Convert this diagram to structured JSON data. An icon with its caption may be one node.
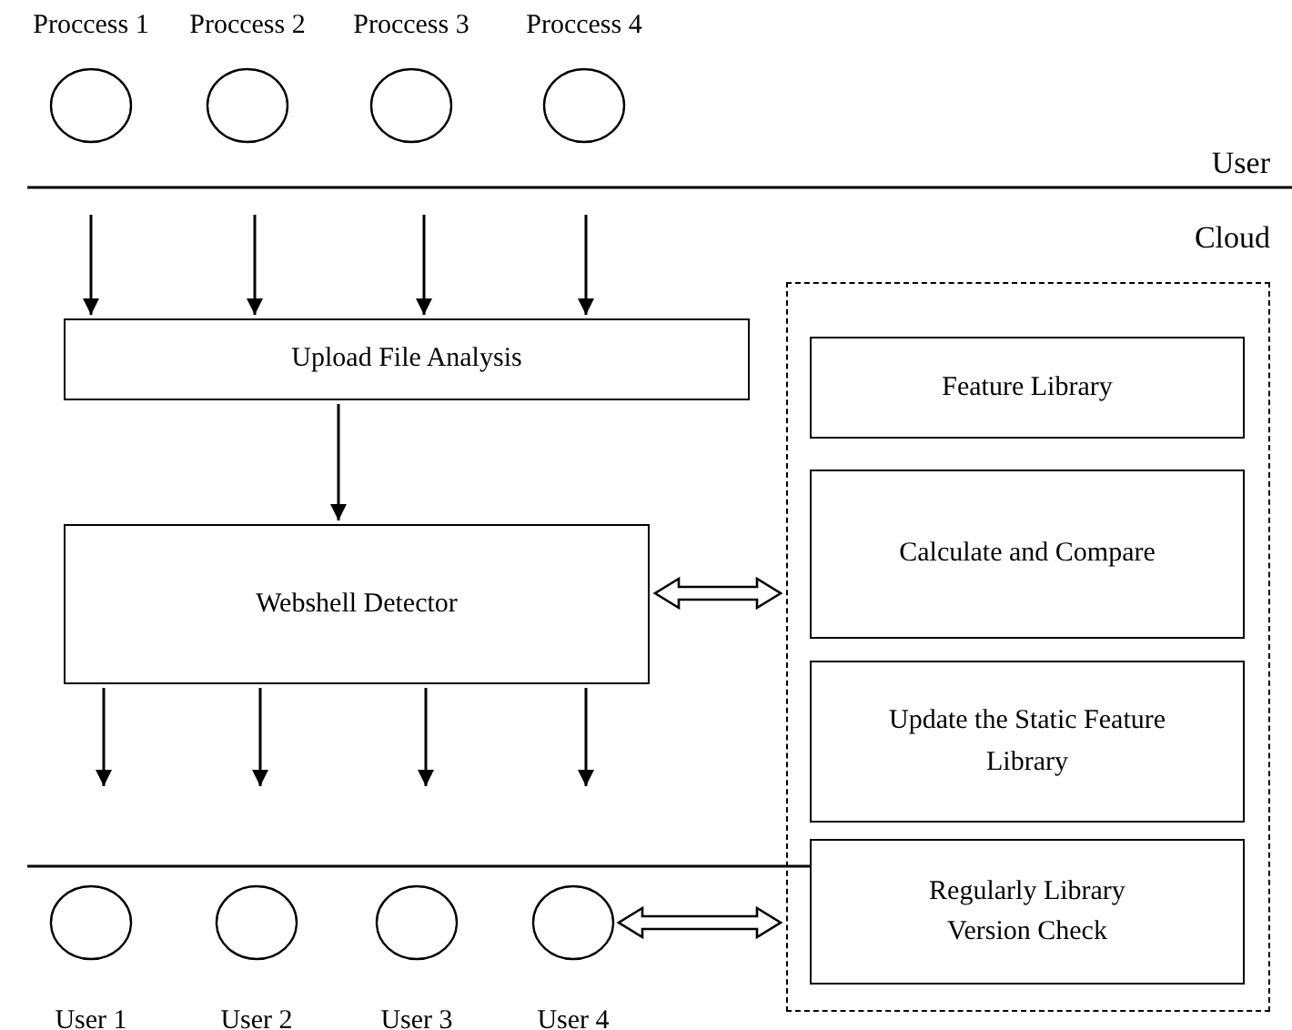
{
  "diagram": {
    "nodes": [
      {
        "text": [
          "Proccess 1"
        ]
      },
      {
        "text": [
          "Proccess 2"
        ]
      },
      {
        "text": [
          "Proccess 3"
        ]
      },
      {
        "text": [
          "Proccess 4"
        ]
      },
      {
        "text": [
          "Upload File Analysis"
        ]
      },
      {
        "text": [
          "Webshell Detector"
        ]
      },
      {
        "text": [
          "User 1"
        ]
      },
      {
        "text": [
          "User 2"
        ]
      },
      {
        "text": [
          "User 3"
        ]
      },
      {
        "text": [
          "User 4"
        ]
      },
      {
        "text": [],
        "shape": "box"
      },
      {
        "text": [
          "Feature Library"
        ],
        "in": 10
      },
      {
        "text": [
          "Calculate and Compare"
        ],
        "in": 10
      },
      {
        "text": [
          "Update the Static Feature Library"
        ],
        "in": 10
      },
      {
        "text": [
          "Regularly Library Version Check"
        ],
        "in": 10
      }
    ],
    "edges": [
      {
        "from": null,
        "to": 4,
        "arrow": "to"
      },
      {
        "from": null,
        "to": 4,
        "arrow": "to"
      },
      {
        "from": null,
        "to": 4,
        "arrow": "to"
      },
      {
        "from": null,
        "to": 4,
        "arrow": "to"
      },
      {
        "from": 4,
        "to": 5,
        "arrow": "to"
      },
      {
        "from": 5,
        "to": null,
        "arrow": "to"
      },
      {
        "from": 5,
        "to": null,
        "arrow": "to"
      },
      {
        "from": 5,
        "to": null,
        "arrow": "to"
      },
      {
        "from": 5,
        "to": null,
        "arrow": "to"
      },
      {
        "from": 5,
        "to": 10,
        "arrow": "both",
        "style": "thick"
      },
      {
        "from": 9,
        "to": 10,
        "arrow": "both",
        "style": "thick"
      }
    ],
    "labels": [
      "User",
      "Cloud"
    ]
  }
}
